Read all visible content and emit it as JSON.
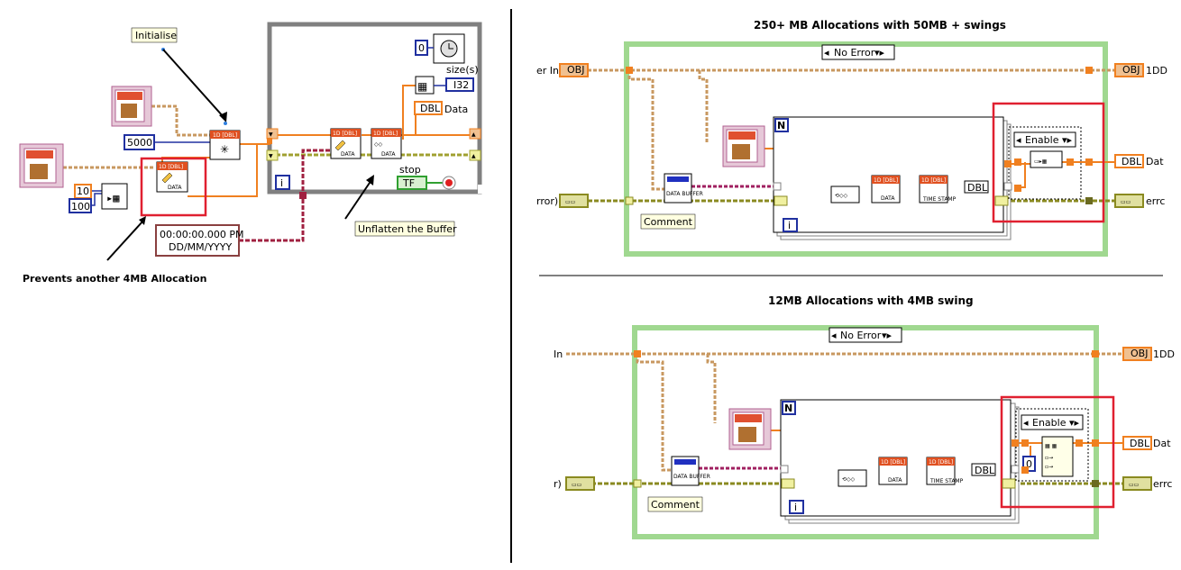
{
  "left": {
    "annotations": {
      "initialise": "Initialise",
      "unflatten": "Unflatten the Buffer",
      "prevents": "Prevents another 4MB Allocation"
    },
    "constants": {
      "c5000": "5000",
      "c10": "10",
      "c100": "100",
      "c0": "0",
      "timestamp_line1": "00:00:00.000 PM",
      "timestamp_line2": "DD/MM/YYYY"
    },
    "labels": {
      "size": "size(s)",
      "i32": "I32",
      "dbl": "DBL",
      "data_label": "Data",
      "stop": "stop",
      "tf": "TF",
      "iteration": "i"
    },
    "node_text": {
      "header": "1D [DBL]",
      "data": "DATA"
    }
  },
  "top_right": {
    "title": "250+ MB Allocations with 50MB + swings",
    "case_selector": "No Error",
    "enable_selector": "Enable",
    "loop_n": "N",
    "iteration": "i",
    "comment": "Comment",
    "left_terminal_1": "er In",
    "left_terminal_2": "rror)",
    "right_terminal_1": "1DD",
    "right_terminal_2": "Dat",
    "right_terminal_3": "errc",
    "obj": "OBJ",
    "dbl": "DBL",
    "data_buffer": "DATA BUFFER",
    "time_stamp": "TIME STAMP",
    "data": "DATA",
    "header": "1D [DBL]"
  },
  "bottom_right": {
    "title": "12MB Allocations with 4MB swing",
    "case_selector": "No Error",
    "enable_selector": "Enable",
    "loop_n": "N",
    "iteration": "i",
    "comment": "Comment",
    "left_terminal_1": "In",
    "left_terminal_2": "r)",
    "right_terminal_1": "1DD",
    "right_terminal_2": "Dat",
    "right_terminal_3": "errc",
    "obj": "OBJ",
    "dbl": "DBL",
    "const0": "0",
    "data_buffer": "DATA BUFFER",
    "time_stamp": "TIME STAMP",
    "data": "DATA",
    "header": "1D [DBL]"
  },
  "colors": {
    "orange_wire": "#f08020",
    "class_wire": "#c89860",
    "error_wire": "#8a8a20",
    "highlight": "#e02030",
    "case_green": "#a0d890",
    "loop_gray": "#808080"
  }
}
